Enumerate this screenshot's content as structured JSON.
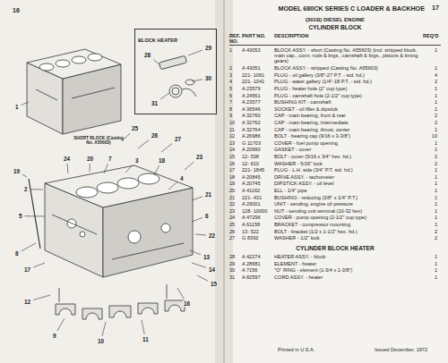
{
  "diagram": {
    "title": "MODEL 680CK SERIES C LOADER & BACKHOE",
    "nodes": [
      {
        "text": [
          "BLOCK HEATER"
        ]
      }
    ],
    "labels": [
      "16",
      "17",
      "(301B) DIESEL ENGINE",
      "CYLINDER BLOCK",
      "REF. NO.",
      "PART NO.",
      "DESCRIPTION",
      "REQ'D",
      "1",
      "A 43053",
      "BLOCK ASSY. - short (Casting No. A55603) (incl. stripped block, main cap., conn. rods & brgs., camshaft & brgs., pistons & timing gears)",
      "1",
      "2",
      "A 43051",
      "BLOCK ASSY. - stripped (Casting No. A55603)",
      "1",
      "3",
      "221- 1061",
      "PLUG - oil gallery (3/8\"-27 P.T. - std. hd.)",
      "4",
      "4",
      "221- 1041",
      "PLUG - water gallery (1/4\"-18 P.T. - std. hd.)",
      "2",
      "5",
      "A 23579",
      "PLUG - heater hole (2\" cup type)",
      "1",
      "6",
      "A 24561",
      "PLUG - camshaft hole (2-1/2\" cup type)",
      "1",
      "7",
      "A 23577",
      "BUSHING KIT - camshaft",
      "1",
      "8",
      "A 36546",
      "SOCKET - oil filler & dipstick",
      "1",
      "9",
      "A 32760",
      "CAP - main bearing, front & rear",
      "2",
      "10",
      "A 32762",
      "CAP - main bearing, intermediate",
      "2",
      "11",
      "A 32764",
      "CAP - main bearing, thrust, center",
      "1",
      "12",
      "A 26986",
      "BOLT - bearing cap (9/16 x 3-3/8\")",
      "10",
      "13",
      "G 11703",
      "COVER - fuel pump opening",
      "1",
      "14",
      "A 20990",
      "GASKET - cover",
      "1",
      "15",
      "12- 538",
      "BOLT - cover (5/16 x 3/4\" hex. hd.)",
      "2",
      "16",
      "12- 610",
      "WASHER - 5/16\" lock",
      "2",
      "17",
      "221- 1845",
      "PLUG - L.H. side (3/4\" P.T. std. hd.)",
      "1",
      "18",
      "A 20845",
      "DRIVE ASSY. - tachometer",
      "1",
      "19",
      "A 20745",
      "DIPSTICK ASSY. - oil level",
      "1",
      "20",
      "A 41162",
      "ELL - 1/4\" pipe",
      "1",
      "21",
      "221- 431",
      "BUSHING - reducing (3/8\" x 1/4\" P.T.)",
      "1",
      "22",
      "A 29001",
      "UNIT - sending, engine oil pressure",
      "1",
      "23",
      "128- 10000",
      "NUT - sending unit terminal (10-32 hex)",
      "1",
      "24",
      "A 47296",
      "COVER - pump opening (2-1/2\" cup type)",
      "1",
      "25",
      "A 61158",
      "BRACKET - compressor mounting",
      "1",
      "26",
      "13- 522",
      "BOLT - bracket (1/2 x 1-1/2\" hex. hd.)",
      "2",
      "27",
      "G 8392",
      "WASHER - 1/2\" lock",
      "2",
      "CYLINDER BLOCK HEATER",
      "28",
      "A 42274",
      "HEATER ASSY. - block",
      "1",
      "29",
      "A 28681",
      "ELEMENT - heater",
      "1",
      "30",
      "A 7156",
      "\"O\" RING - element (1-3/4 x 1-3/8\")",
      "1",
      "31",
      "A 82597",
      "CORD ASSY. - heater",
      "1",
      "Printed in U.S.A.",
      "Issued December, 1972",
      "SHORT BLOCK (Casting No. A55603)",
      "28",
      "29",
      "30",
      "31",
      "1",
      "2",
      "3",
      "4",
      "5",
      "6",
      "7",
      "8",
      "9",
      "10",
      "11",
      "12",
      "13",
      "14",
      "15",
      "16",
      "17",
      "18",
      "19",
      "20",
      "21",
      "22",
      "23",
      "24",
      "25",
      "26",
      "27"
    ]
  }
}
